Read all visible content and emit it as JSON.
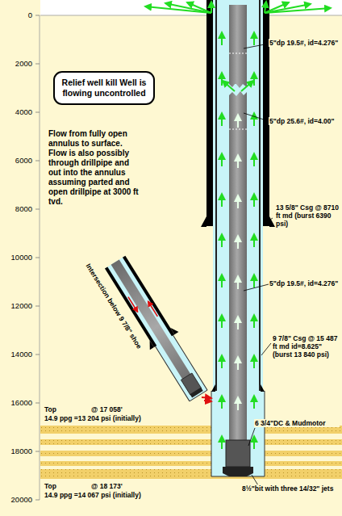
{
  "diagram": {
    "nodes": [
      {
        "text": [
          "Relief well kill Well is flowing uncontrolled"
        ]
      }
    ],
    "labels": [
      "0",
      "2000",
      "4000",
      "6000",
      "8000",
      "10000",
      "12000",
      "14000",
      "16000",
      "18000",
      "20000",
      "Flow from fully open annulus to surface. Flow is also possibly through drillpipe and out into the annulus assuming parted and open drillpipe at 3000 ft tvd.",
      "5\"dp 19.5#, id=4.276\"",
      "5\"dp 25.6#, id=4.00\"",
      "13 5/8\" Csg @ 8710 ft md (burst 6390 psi)",
      "5\"dp 19.5#, id=4.276\"",
      "Intersection below 9 7/8\" shoe",
      "9 7/8\" Csg @ 15 487 ft md id=8.625\" (burst 13 840 psi)",
      "6 3/4\"DC & Mudmotor",
      "Top",
      "@ 17 058'",
      "14.9 ppg =13 204 psi (initially)",
      "Top",
      "@ 18 173'",
      "14.9 ppg =14 067 psi (initially)",
      "8½\"bit with three 14/32\" jets"
    ]
  }
}
